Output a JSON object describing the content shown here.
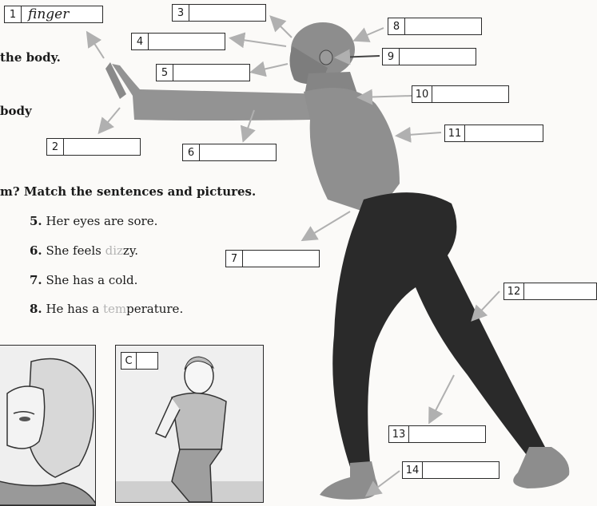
{
  "labels": [
    {
      "num": "1",
      "answer": "finger"
    },
    {
      "num": "2",
      "answer": ""
    },
    {
      "num": "3",
      "answer": ""
    },
    {
      "num": "4",
      "answer": ""
    },
    {
      "num": "5",
      "answer": ""
    },
    {
      "num": "6",
      "answer": ""
    },
    {
      "num": "7",
      "answer": ""
    },
    {
      "num": "8",
      "answer": ""
    },
    {
      "num": "9",
      "answer": ""
    },
    {
      "num": "10",
      "answer": ""
    },
    {
      "num": "11",
      "answer": ""
    },
    {
      "num": "12",
      "answer": ""
    },
    {
      "num": "13",
      "answer": ""
    },
    {
      "num": "14",
      "answer": ""
    }
  ],
  "instructions": {
    "line1": "the body.",
    "line2": "body",
    "line3": "m? Match the sentences and pictures."
  },
  "sentences": [
    {
      "num": "5.",
      "text": "Her eyes are sore.",
      "ghost": "",
      "rest": ""
    },
    {
      "num": "6.",
      "text": "She feels ",
      "ghost": "diz",
      "rest": "zy."
    },
    {
      "num": "7.",
      "text": "She has a cold.",
      "ghost": "",
      "rest": ""
    },
    {
      "num": "8.",
      "text": "He has a ",
      "ghost": "tem",
      "rest": "perature."
    }
  ],
  "pictures": {
    "c_label": "C"
  },
  "colors": {
    "skin": "#8b8b8b",
    "tights": "#2a2a2a",
    "arrow": "#b0b0b0"
  }
}
